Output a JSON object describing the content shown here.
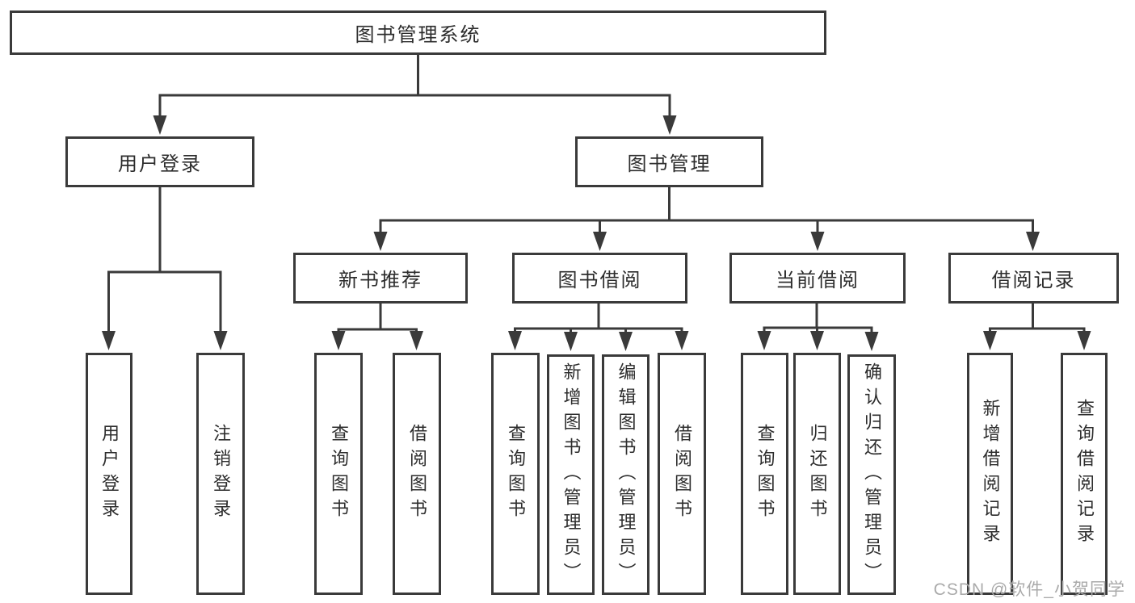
{
  "diagram": {
    "root": {
      "label": "图书管理系统"
    },
    "branches": [
      {
        "label": "用户登录",
        "children": [
          {
            "label": "用户登录"
          },
          {
            "label": "注销登录"
          }
        ]
      },
      {
        "label": "图书管理",
        "children": [
          {
            "label": "新书推荐",
            "children": [
              {
                "label": "查询图书"
              },
              {
                "label": "借阅图书"
              }
            ]
          },
          {
            "label": "图书借阅",
            "children": [
              {
                "label": "查询图书"
              },
              {
                "label": "新增图书（管理员）"
              },
              {
                "label": "编辑图书（管理员）"
              },
              {
                "label": "借阅图书"
              }
            ]
          },
          {
            "label": "当前借阅",
            "children": [
              {
                "label": "查询图书"
              },
              {
                "label": "归还图书"
              },
              {
                "label": "确认归还（管理员）"
              }
            ]
          },
          {
            "label": "借阅记录",
            "children": [
              {
                "label": "新增借阅记录"
              },
              {
                "label": "查询借阅记录"
              }
            ]
          }
        ]
      }
    ]
  },
  "watermark": {
    "text": "CSDN @软件_小贺同学",
    "color": "#aaaaaa"
  },
  "colors": {
    "line": "#3a3a3a",
    "box_border": "#3a3a3a",
    "text": "#2d2d2d",
    "background": "#ffffff"
  }
}
